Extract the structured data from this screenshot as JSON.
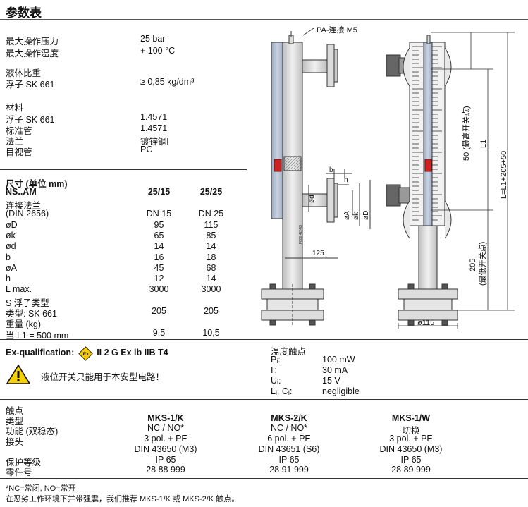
{
  "title": "参数表",
  "spec1": [
    {
      "label": "最大操作压力",
      "value": "25 bar"
    },
    {
      "label": "最大操作温度",
      "value": "+ 100 °C"
    }
  ],
  "density": {
    "heading": "液体比重",
    "label": "浮子 SK 661",
    "value": "≥ 0,85 kg/dm³"
  },
  "materials": {
    "heading": "材料",
    "rows": [
      {
        "label": "浮子  SK 661",
        "value": "1.4571"
      },
      {
        "label": "标准管",
        "value": "1.4571"
      },
      {
        "label": "法兰",
        "value": "镀锌钢l"
      },
      {
        "label": "目视管",
        "value": "PC"
      }
    ]
  },
  "dims": {
    "heading": "尺寸 (单位 mm)",
    "col_label": "NS..AM",
    "col1": "25/15",
    "col2": "25/25",
    "rows": [
      {
        "label": "连接法兰",
        "v1": "",
        "v2": ""
      },
      {
        "label": "(DIN 2656)",
        "v1": "DN 15",
        "v2": "DN 25"
      },
      {
        "label": "øD",
        "v1": "95",
        "v2": "115"
      },
      {
        "label": "øk",
        "v1": "65",
        "v2": "85"
      },
      {
        "label": "ød",
        "v1": "14",
        "v2": "14"
      },
      {
        "label": "b",
        "v1": "16",
        "v2": "18"
      },
      {
        "label": "øA",
        "v1": "45",
        "v2": "68"
      },
      {
        "label": "h",
        "v1": "12",
        "v2": "14"
      },
      {
        "label": "L max.",
        "v1": "3000",
        "v2": "3000"
      },
      {
        "label": "S 浮子类型",
        "v1": "",
        "v2": ""
      },
      {
        "label": "类型: SK 661",
        "v1": "205",
        "v2": "205"
      },
      {
        "label": "重量 (kg)",
        "v1": "",
        "v2": ""
      },
      {
        "label": "当 L1 = 500 mm",
        "v1": "9,5",
        "v2": "10,5"
      }
    ]
  },
  "exq": {
    "label": "Ex-qualification:",
    "ex_symbol": "Ex",
    "value": "II 2 G Ex ib IIB T4",
    "warning": "液位开关只能用于本安型电路！"
  },
  "temp_contact": {
    "heading": "温度触点",
    "rows": [
      {
        "label": "Pᵢ:",
        "value": "100 mW"
      },
      {
        "label": "Iᵢ:",
        "value": "30 mA"
      },
      {
        "label": "Uᵢ:",
        "value": "15 V"
      },
      {
        "label": "Lᵢ, Cᵢ:",
        "value": "negligible"
      }
    ]
  },
  "contacts": {
    "labels": [
      "触点",
      "类型",
      "功能 (双稳态)",
      "接头",
      "",
      "保护等级",
      "零件号"
    ],
    "cols": [
      [
        "MKS-1/K",
        "NC / NO*",
        "3 pol. + PE",
        "DIN 43650 (M3)",
        "IP 65",
        "28 88 999"
      ],
      [
        "MKS-2/K",
        "NC / NO*",
        "6 pol. + PE",
        "DIN 43651 (S6)",
        "IP 65",
        "28 91 999"
      ],
      [
        "MKS-1/W",
        "切换",
        "3 pol. + PE",
        "DIN 43650 (M3)",
        "IP 65",
        "28 89 999"
      ]
    ]
  },
  "footnotes": [
    "*NC=常闭, NO=常开",
    "在恶劣工作环境下并带强震，我们推荐 MKS-1/K  或   MKS-2/K 触点。"
  ],
  "drawing": {
    "pa_label": "PA-连接 M5",
    "b": "b",
    "h": "h",
    "od": "ød",
    "oA": "øA",
    "ok": "øk",
    "oD": "øD",
    "d125": "125",
    "part_no": "F000 4(240)",
    "top50": "50 (最高开关点)",
    "L1": "L1",
    "L": "L=L1+205+50",
    "bot205": "205",
    "bot205b": "(最低开关点)",
    "d115": "ø115"
  }
}
